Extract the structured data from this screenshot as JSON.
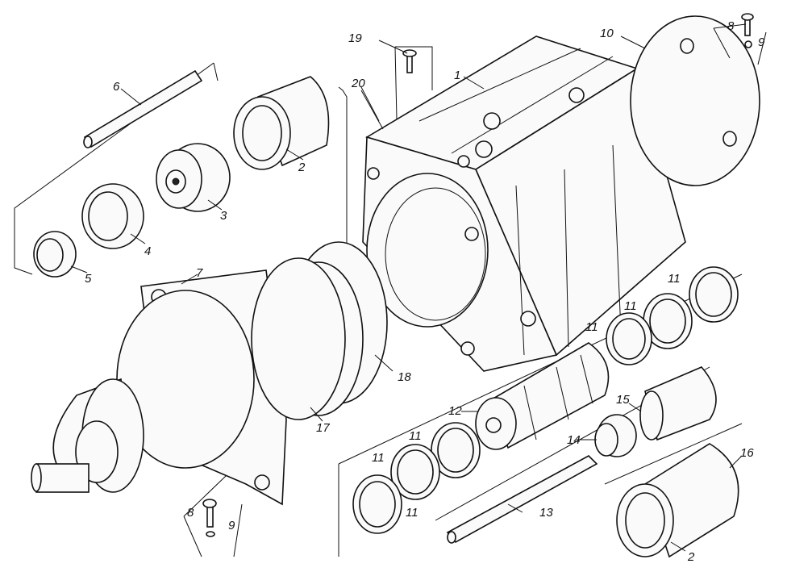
{
  "figure": {
    "callouts": [
      {
        "id": "c1",
        "text": "1"
      },
      {
        "id": "c2a",
        "text": "2"
      },
      {
        "id": "c2b",
        "text": "2"
      },
      {
        "id": "c3",
        "text": "3"
      },
      {
        "id": "c4",
        "text": "4"
      },
      {
        "id": "c5",
        "text": "5"
      },
      {
        "id": "c6",
        "text": "6"
      },
      {
        "id": "c7",
        "text": "7"
      },
      {
        "id": "c8a",
        "text": "8"
      },
      {
        "id": "c8b",
        "text": "8"
      },
      {
        "id": "c9a",
        "text": "9"
      },
      {
        "id": "c9b",
        "text": "9"
      },
      {
        "id": "c10",
        "text": "10"
      },
      {
        "id": "c11a",
        "text": "11"
      },
      {
        "id": "c11b",
        "text": "11"
      },
      {
        "id": "c11c",
        "text": "11"
      },
      {
        "id": "c11d",
        "text": "11"
      },
      {
        "id": "c11e",
        "text": "11"
      },
      {
        "id": "c11f",
        "text": "11"
      },
      {
        "id": "c12",
        "text": "12"
      },
      {
        "id": "c13",
        "text": "13"
      },
      {
        "id": "c14",
        "text": "14"
      },
      {
        "id": "c15",
        "text": "15"
      },
      {
        "id": "c16",
        "text": "16"
      },
      {
        "id": "c17",
        "text": "17"
      },
      {
        "id": "c18",
        "text": "18"
      },
      {
        "id": "c19",
        "text": "19"
      },
      {
        "id": "c20",
        "text": "20"
      }
    ]
  }
}
